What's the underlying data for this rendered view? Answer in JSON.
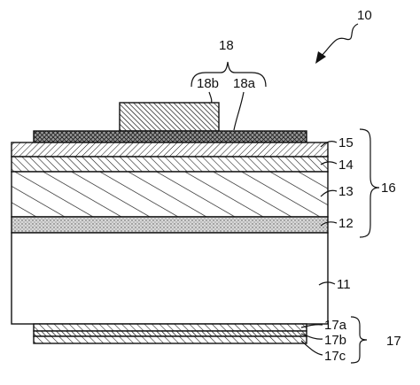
{
  "figure": {
    "ref_main": "10",
    "electrode_group": "18",
    "electrode_upper": "18b",
    "electrode_lower": "18a",
    "layer_15": "15",
    "layer_14": "14",
    "layer_13": "13",
    "layer_12": "12",
    "layer_11": "11",
    "stack_group": "16",
    "back_17a": "17a",
    "back_17b": "17b",
    "back_17c": "17c",
    "back_group": "17"
  },
  "colors": {
    "ink": "#111111",
    "background": "#ffffff",
    "dot_layer": "#d8d8d8"
  }
}
